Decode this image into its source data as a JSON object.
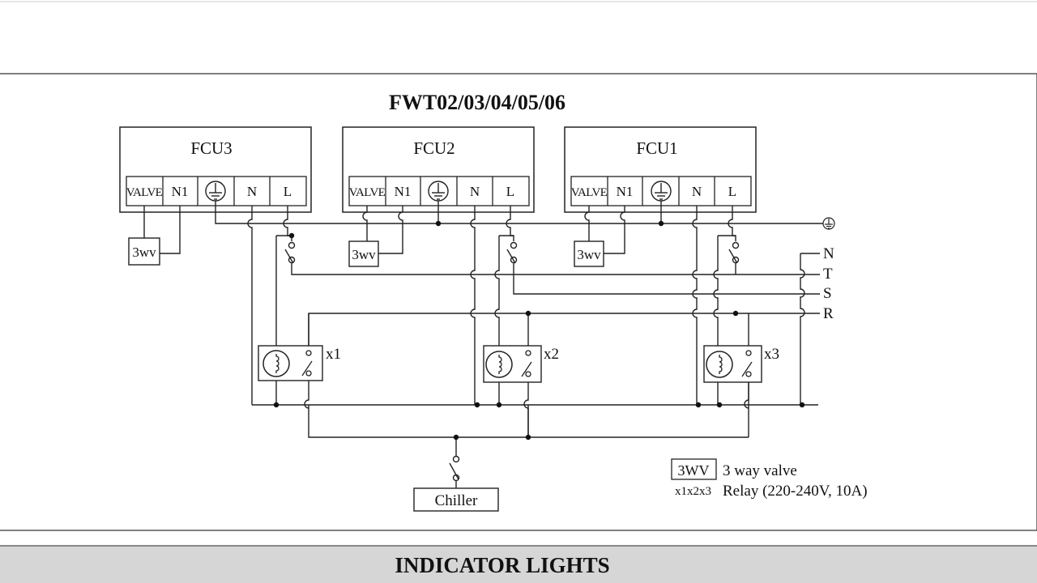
{
  "title": "FWT02/03/04/05/06",
  "units": [
    {
      "name": "FCU3",
      "terminals": [
        "VALVE",
        "N1",
        "",
        "N",
        "L"
      ]
    },
    {
      "name": "FCU2",
      "terminals": [
        "VALVE",
        "N1",
        "",
        "N",
        "L"
      ]
    },
    {
      "name": "FCU1",
      "terminals": [
        "VALVE",
        "N1",
        "",
        "N",
        "L"
      ]
    }
  ],
  "valve_box_label": "3wv",
  "bus_lines": [
    "N",
    "T",
    "S",
    "R"
  ],
  "relays": [
    "x1",
    "x2",
    "x3"
  ],
  "chiller_label": "Chiller",
  "legend": {
    "valve_symbol": "3WV",
    "valve_text": "3 way valve",
    "relay_symbol": "x1x2x3",
    "relay_text": "Relay (220-240V, 10A)"
  },
  "footer": {
    "heading": "INDICATOR LIGHTS",
    "band_color": "#d6d6d6"
  },
  "colors": {
    "line": "#222222",
    "frame": "#555555"
  }
}
